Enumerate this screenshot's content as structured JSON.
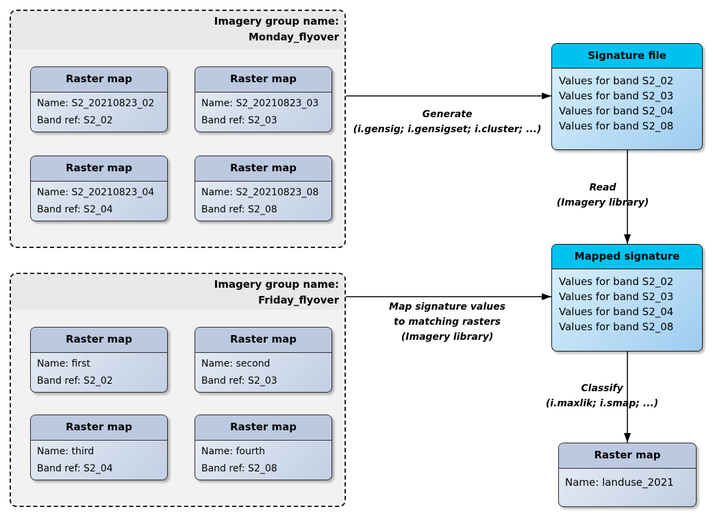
{
  "colors": {
    "cyan-header": "#00c2f0",
    "raster-header": "#bcc9e0",
    "group-band": "#e8e8e8",
    "group-body": "#f2f2f2"
  },
  "groups": [
    {
      "title_line1": "Imagery group name:",
      "title_line2": "Monday_flyover",
      "rasters": [
        {
          "title": "Raster map",
          "name": "Name: S2_20210823_02",
          "band": "Band ref: S2_02"
        },
        {
          "title": "Raster map",
          "name": "Name: S2_20210823_03",
          "band": "Band ref: S2_03"
        },
        {
          "title": "Raster map",
          "name": "Name: S2_20210823_04",
          "band": "Band ref: S2_04"
        },
        {
          "title": "Raster map",
          "name": "Name: S2_20210823_08",
          "band": "Band ref: S2_08"
        }
      ]
    },
    {
      "title_line1": "Imagery group name:",
      "title_line2": "Friday_flyover",
      "rasters": [
        {
          "title": "Raster map",
          "name": "Name: first",
          "band": "Band ref: S2_02"
        },
        {
          "title": "Raster map",
          "name": "Name: second",
          "band": "Band ref: S2_03"
        },
        {
          "title": "Raster map",
          "name": "Name: third",
          "band": "Band ref: S2_04"
        },
        {
          "title": "Raster map",
          "name": "Name: fourth",
          "band": "Band ref: S2_08"
        }
      ]
    }
  ],
  "signature_file": {
    "title": "Signature file",
    "rows": [
      "Values for band S2_02",
      "Values for band S2_03",
      "Values for band S2_04",
      "Values for band S2_08"
    ]
  },
  "mapped_signature": {
    "title": "Mapped signature",
    "rows": [
      "Values for band S2_02",
      "Values for band S2_03",
      "Values for band S2_04",
      "Values for band S2_08"
    ]
  },
  "result_raster": {
    "title": "Raster map",
    "name": "Name: landuse_2021"
  },
  "arrows": {
    "generate": {
      "line1": "Generate",
      "line2": "(i.gensig; i.gensigset; i.cluster; ...)"
    },
    "read": {
      "line1": "Read",
      "line2": "(Imagery library)"
    },
    "map": {
      "line1": "Map signature values",
      "line2": "to matching rasters",
      "line3": "(Imagery library)"
    },
    "classify": {
      "line1": "Classify",
      "line2": "(i.maxlik; i.smap; ...)"
    }
  }
}
